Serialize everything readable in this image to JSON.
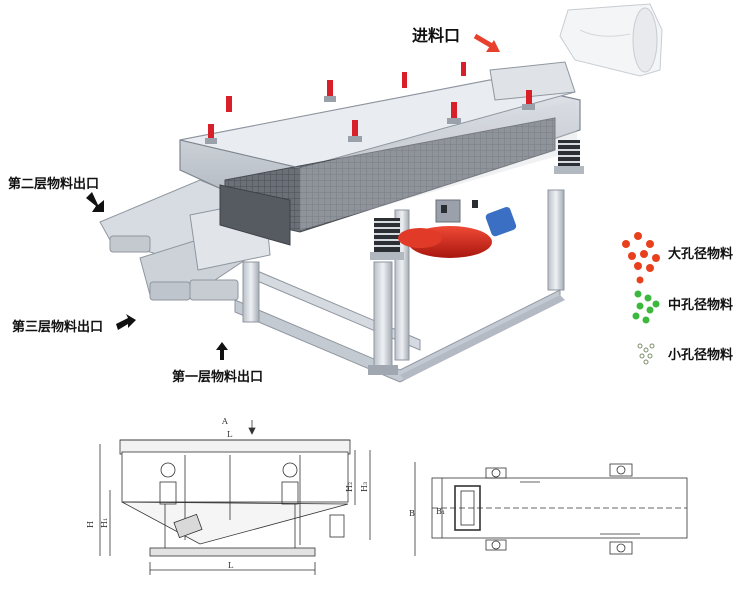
{
  "labels": {
    "inlet": "进料口",
    "outlet_layer2": "第二层物料出口",
    "outlet_layer3": "第三层物料出口",
    "outlet_layer1": "第一层物料出口"
  },
  "legend": [
    {
      "label": "大孔径物料",
      "color": "#e8401c"
    },
    {
      "label": "中孔径物料",
      "color": "#3cb83c"
    },
    {
      "label": "小孔径物料",
      "color": "#9aa88a"
    }
  ],
  "drawing": {
    "side_view": {
      "dim_A": "A",
      "dim_L_top": "L",
      "dim_L_bottom": "L",
      "dim_H": "H",
      "dim_H1": "H₁",
      "dim_H2": "H₂",
      "dim_H3": "H₃"
    },
    "top_view": {
      "dim_B": "B",
      "dim_B1": "B₁"
    }
  },
  "colors": {
    "machine_body": "#c9ced6",
    "machine_shadow": "#8f969f",
    "motor": "#d42a1e",
    "motor_cap": "#3b6fc4",
    "screen_mesh": "#5a5e66",
    "handle": "#d8202a"
  }
}
